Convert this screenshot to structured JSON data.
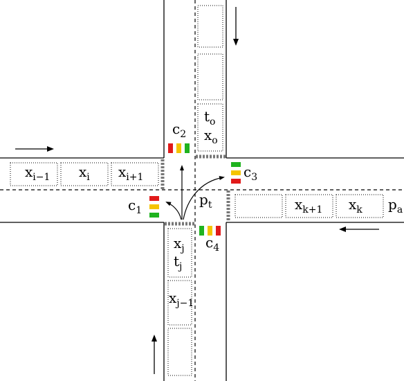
{
  "colors": {
    "red": "#e11a1a",
    "yellow": "#f5c400",
    "green": "#1fb31f",
    "line": "#000000",
    "stopline": "#777777"
  },
  "labels": {
    "c1": "c",
    "c1_sub": "1",
    "c2": "c",
    "c2_sub": "2",
    "c3": "c",
    "c3_sub": "3",
    "c4": "c",
    "c4_sub": "4",
    "pt": "p",
    "pt_sub": "t",
    "pa": "p",
    "pa_sub": "a",
    "to": "t",
    "to_sub": "o",
    "xo": "x",
    "xo_sub": "o",
    "xim1": "x",
    "xim1_sub": "i−1",
    "xi": "x",
    "xi_sub": "i",
    "xip1": "x",
    "xip1_sub": "i+1",
    "xkp1": "x",
    "xkp1_sub": "k+1",
    "xk": "x",
    "xk_sub": "k",
    "xj": "x",
    "xj_sub": "j",
    "tj": "t",
    "tj_sub": "j",
    "xjm1": "x",
    "xjm1_sub": "j−1"
  }
}
